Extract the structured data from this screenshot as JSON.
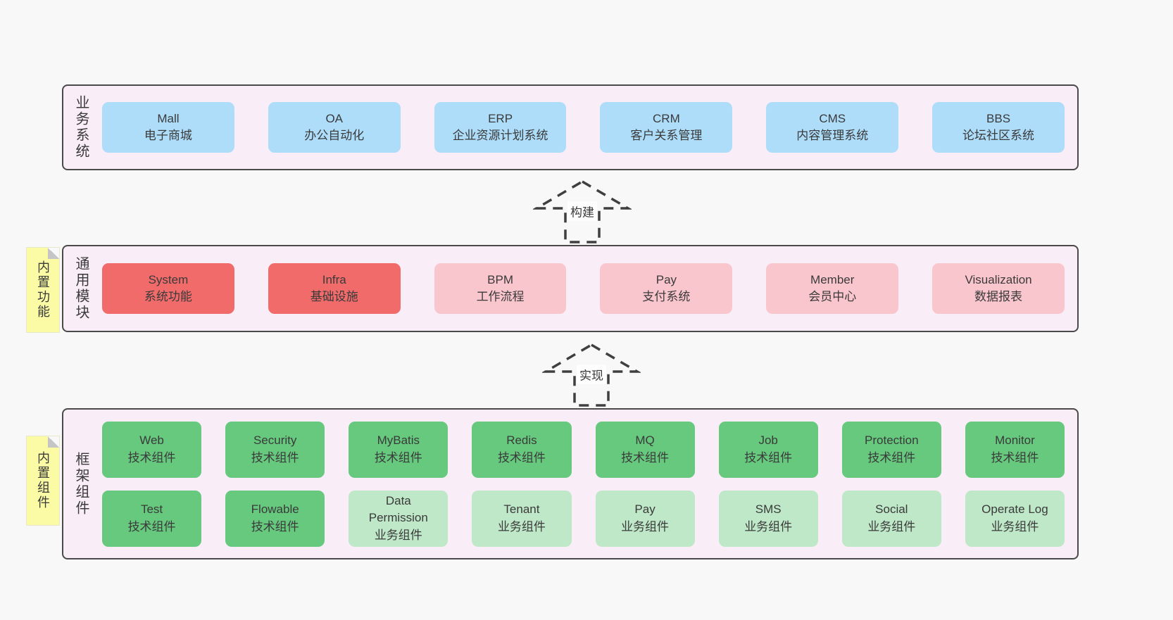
{
  "colors": {
    "page_bg": "#f8f8f8",
    "panel_bg": "#f9edf7",
    "panel_border": "#4a4a4a",
    "blue": "#aeddfa",
    "red": "#f16b6b",
    "pink": "#fac6cd",
    "green": "#66c97e",
    "lightgreen": "#bfe8c8",
    "sticky_yellow": "#fbfba6",
    "sticky_fold": "#c5c5c5",
    "text": "#3a3a3a",
    "arrow": "#3f3f3f"
  },
  "arrows": [
    {
      "label": "构建"
    },
    {
      "label": "实现"
    }
  ],
  "bands": [
    {
      "label": "业务系统",
      "rows": [
        [
          {
            "en": "Mall",
            "zh": "电子商城",
            "type": "blue"
          },
          {
            "en": "OA",
            "zh": "办公自动化",
            "type": "blue"
          },
          {
            "en": "ERP",
            "zh": "企业资源计划系统",
            "type": "blue"
          },
          {
            "en": "CRM",
            "zh": "客户关系管理",
            "type": "blue"
          },
          {
            "en": "CMS",
            "zh": "内容管理系统",
            "type": "blue"
          },
          {
            "en": "BBS",
            "zh": "论坛社区系统",
            "type": "blue"
          }
        ]
      ]
    },
    {
      "label": "通用模块",
      "sticky": "内置功能",
      "rows": [
        [
          {
            "en": "System",
            "zh": "系统功能",
            "type": "red"
          },
          {
            "en": "Infra",
            "zh": "基础设施",
            "type": "red"
          },
          {
            "en": "BPM",
            "zh": "工作流程",
            "type": "pink"
          },
          {
            "en": "Pay",
            "zh": "支付系统",
            "type": "pink"
          },
          {
            "en": "Member",
            "zh": "会员中心",
            "type": "pink"
          },
          {
            "en": "Visualization",
            "zh": "数据报表",
            "type": "pink"
          }
        ]
      ]
    },
    {
      "label": "框架组件",
      "sticky": "内置组件",
      "rows": [
        [
          {
            "en": "Web",
            "zh": "技术组件",
            "type": "green"
          },
          {
            "en": "Security",
            "zh": "技术组件",
            "type": "green"
          },
          {
            "en": "MyBatis",
            "zh": "技术组件",
            "type": "green"
          },
          {
            "en": "Redis",
            "zh": "技术组件",
            "type": "green"
          },
          {
            "en": "MQ",
            "zh": "技术组件",
            "type": "green"
          },
          {
            "en": "Job",
            "zh": "技术组件",
            "type": "green"
          },
          {
            "en": "Protection",
            "zh": "技术组件",
            "type": "green"
          },
          {
            "en": "Monitor",
            "zh": "技术组件",
            "type": "green"
          }
        ],
        [
          {
            "en": "Test",
            "zh": "技术组件",
            "type": "green"
          },
          {
            "en": "Flowable",
            "zh": "技术组件",
            "type": "green"
          },
          {
            "en": "Data Permission",
            "zh": "业务组件",
            "type": "lightgreen"
          },
          {
            "en": "Tenant",
            "zh": "业务组件",
            "type": "lightgreen"
          },
          {
            "en": "Pay",
            "zh": "业务组件",
            "type": "lightgreen"
          },
          {
            "en": "SMS",
            "zh": "业务组件",
            "type": "lightgreen"
          },
          {
            "en": "Social",
            "zh": "业务组件",
            "type": "lightgreen"
          },
          {
            "en": "Operate Log",
            "zh": "业务组件",
            "type": "lightgreen"
          }
        ]
      ]
    }
  ]
}
